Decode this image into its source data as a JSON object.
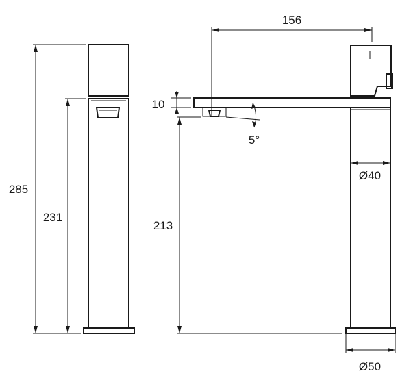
{
  "dimensions": {
    "spout_reach": "156",
    "handle_thickness": "10",
    "spout_angle": "5°",
    "body_diameter": "Ø40",
    "base_diameter": "Ø50",
    "total_height": "285",
    "body_height": "231",
    "outlet_height": "213"
  }
}
